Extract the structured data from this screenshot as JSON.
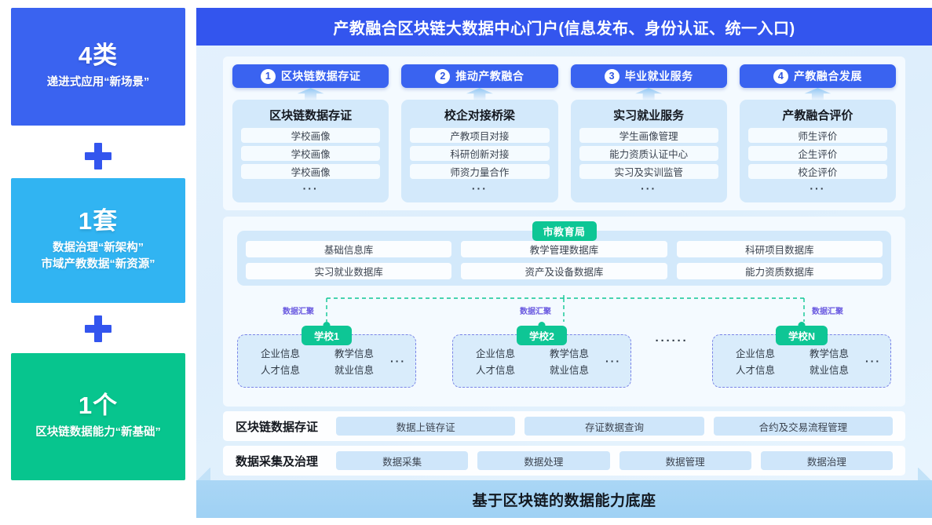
{
  "rail": {
    "blocks": [
      {
        "big": "4类",
        "sub": "递进式应用“新场景”",
        "color": "#3a63f0"
      },
      {
        "big": "1套",
        "sub": "数据治理“新架构”\n市域产教数据“新资源”",
        "sub_line1": "数据治理“新架构”",
        "sub_line2": "市域产教数据“新资源”",
        "color": "#31b4f2"
      },
      {
        "big": "1个",
        "sub": "区块链数据能力“新基础”",
        "color": "#07c58e"
      }
    ],
    "plus_symbol": "+"
  },
  "header": {
    "title": "产教融合区块链大数据中心门户(信息发布、身份认证、统一入口)",
    "color": "#3355ee"
  },
  "scenarios": [
    {
      "num": "1",
      "pill": "区块链数据存证",
      "panel_title": "区块链数据存证",
      "items": [
        "学校画像",
        "学校画像",
        "学校画像"
      ],
      "ellipsis": "···"
    },
    {
      "num": "2",
      "pill": "推动产教融合",
      "panel_title": "校企对接桥梁",
      "items": [
        "产教项目对接",
        "科研创新对接",
        "师资力量合作"
      ],
      "ellipsis": "···"
    },
    {
      "num": "3",
      "pill": "毕业就业服务",
      "panel_title": "实习就业服务",
      "items": [
        "学生画像管理",
        "能力资质认证中心",
        "实习及实训监管"
      ],
      "ellipsis": "···"
    },
    {
      "num": "4",
      "pill": "产教融合发展",
      "panel_title": "产教融合评价",
      "items": [
        "师生评价",
        "企生评价",
        "校企评价"
      ],
      "ellipsis": "···"
    }
  ],
  "bureau": {
    "badge": "市教育局",
    "badge_color": "#0ec695",
    "databases": [
      "基础信息库",
      "教学管理数据库",
      "科研项目数据库",
      "实习就业数据库",
      "资产及设备数据库",
      "能力资质数据库"
    ]
  },
  "aggregation": {
    "label": "数据汇聚",
    "label_color": "#6a5ae0",
    "line_color": "#0ec695"
  },
  "schools": {
    "nodes": [
      {
        "badge": "学校1",
        "cells": [
          "企业信息",
          "教学信息",
          "人才信息",
          "就业信息"
        ],
        "ellipsis": "···"
      },
      {
        "badge": "学校2",
        "cells": [
          "企业信息",
          "教学信息",
          "人才信息",
          "就业信息"
        ],
        "ellipsis": "···"
      },
      {
        "badge": "学校N",
        "cells": [
          "企业信息",
          "教学信息",
          "人才信息",
          "就业信息"
        ],
        "ellipsis": "···"
      }
    ],
    "gap_ellipsis": "······"
  },
  "strips": [
    {
      "title": "区块链数据存证",
      "cells": [
        "数据上链存证",
        "存证数据查询",
        "合约及交易流程管理"
      ]
    },
    {
      "title": "数据采集及治理",
      "cells": [
        "数据采集",
        "数据处理",
        "数据管理",
        "数据治理"
      ]
    }
  ],
  "base": {
    "title": "基于区块链的数据能力底座"
  }
}
